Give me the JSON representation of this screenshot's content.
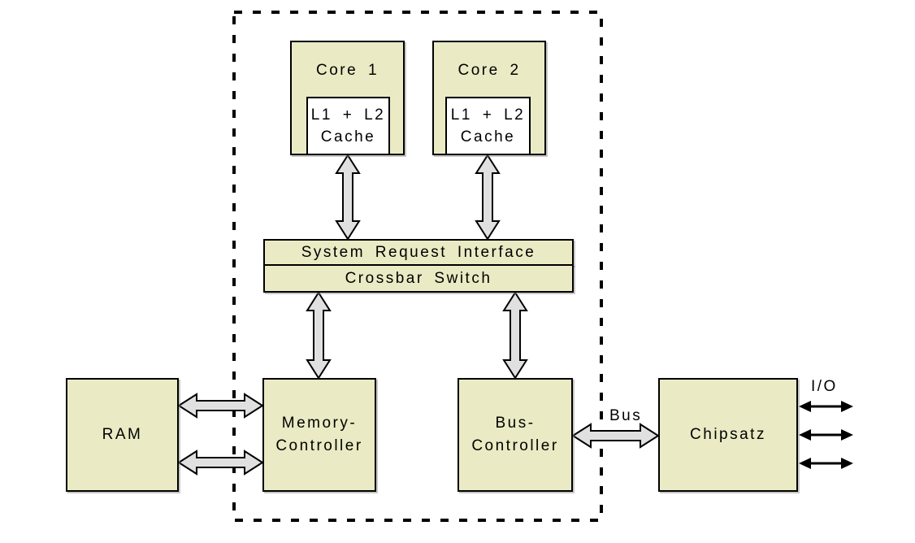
{
  "diagram": {
    "type": "block-diagram",
    "nodes": {
      "core1": {
        "label": "Core 1"
      },
      "core2": {
        "label": "Core 2"
      },
      "cache1": {
        "line1": "L1 + L2",
        "line2": "Cache"
      },
      "cache2": {
        "line1": "L1 + L2",
        "line2": "Cache"
      },
      "system_request_interface": {
        "label": "System Request Interface"
      },
      "crossbar_switch": {
        "label": "Crossbar Switch"
      },
      "ram": {
        "label": "RAM"
      },
      "memory_controller": {
        "line1": "Memory-",
        "line2": "Controller"
      },
      "bus_controller": {
        "line1": "Bus-",
        "line2": "Controller"
      },
      "chipset": {
        "label": "Chipsatz"
      }
    },
    "edge_labels": {
      "bus": "Bus",
      "io": "I/O"
    },
    "colors": {
      "node_fill": "#eaeac4",
      "cache_fill": "#ffffff",
      "arrow_fill": "#e0e0e0",
      "outline": "#000000",
      "background": "#ffffff"
    }
  }
}
